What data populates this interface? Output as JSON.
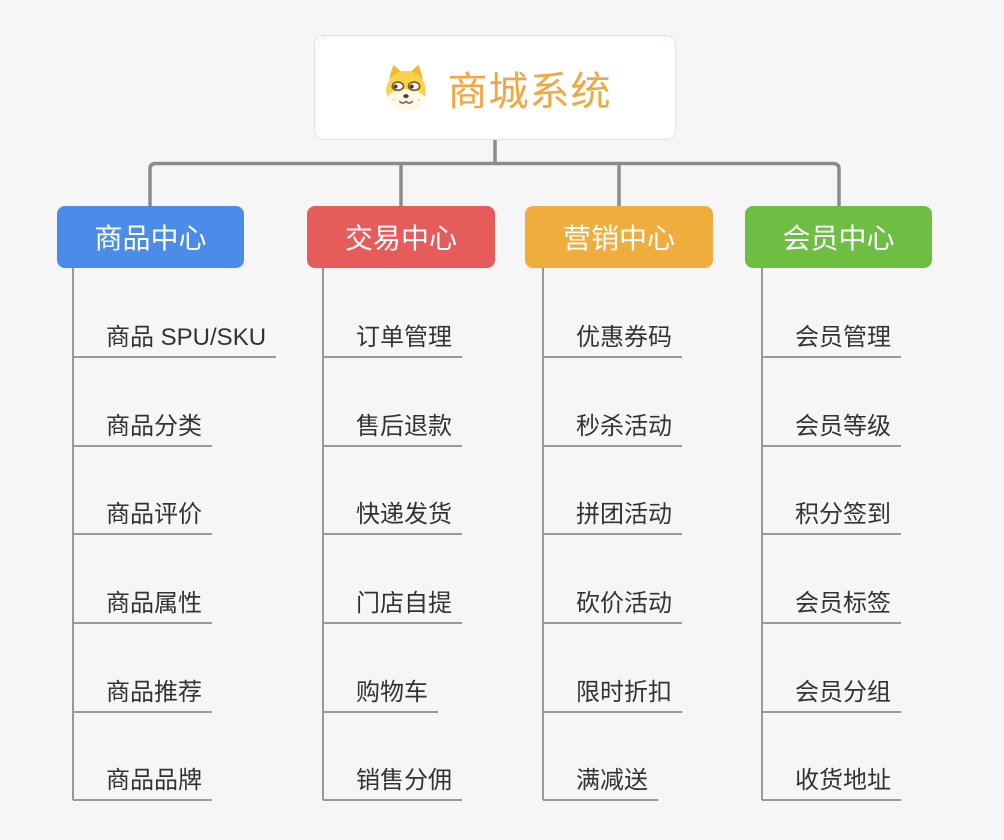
{
  "root": {
    "title": "商城系统",
    "icon": "dog-face-icon",
    "accent_color": "#f2a73e"
  },
  "branches": [
    {
      "label": "商品中心",
      "color": "#4a8ce8",
      "leaves": [
        "商品 SPU/SKU",
        "商品分类",
        "商品评价",
        "商品属性",
        "商品推荐",
        "商品品牌"
      ]
    },
    {
      "label": "交易中心",
      "color": "#e65c5b",
      "leaves": [
        "订单管理",
        "售后退款",
        "快递发货",
        "门店自提",
        "购物车",
        "销售分佣"
      ]
    },
    {
      "label": "营销中心",
      "color": "#efad3d",
      "leaves": [
        "优惠券码",
        "秒杀活动",
        "拼团活动",
        "砍价活动",
        "限时折扣",
        "满减送"
      ]
    },
    {
      "label": "会员中心",
      "color": "#6fbe44",
      "leaves": [
        "会员管理",
        "会员等级",
        "积分签到",
        "会员标签",
        "会员分组",
        "收货地址"
      ]
    }
  ]
}
